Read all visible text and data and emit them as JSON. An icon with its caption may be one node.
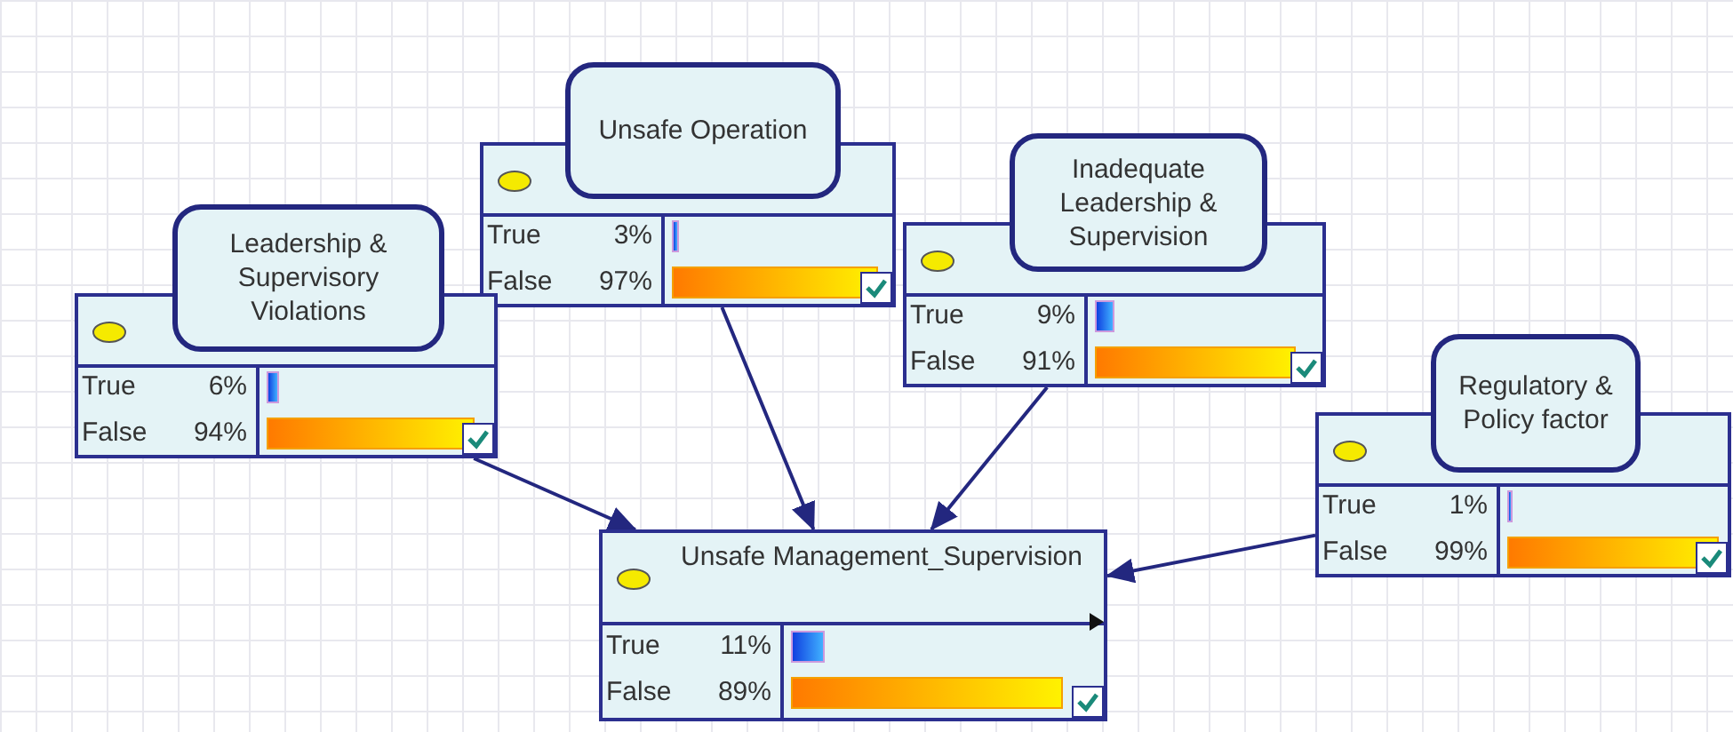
{
  "diagram": {
    "nodes": [
      {
        "text": [
          "Unsafe Operation",
          "True",
          "3%",
          "False",
          "97%"
        ]
      },
      {
        "text": [
          "Inadequate Leadership & Supervision",
          "True",
          "9%",
          "False",
          "91%"
        ]
      },
      {
        "text": [
          "Leadership & Supervisory Violations",
          "True",
          "6%",
          "False",
          "94%"
        ]
      },
      {
        "text": [
          "Regulatory & Policy factor",
          "True",
          "1%",
          "False",
          "99%"
        ]
      },
      {
        "text": [
          "Unsafe Management_Supervision",
          "True",
          "11%",
          "False",
          "89%"
        ]
      }
    ],
    "edges": [
      {
        "from": 2,
        "to": 4,
        "arrow": "to"
      },
      {
        "from": 0,
        "to": 4,
        "arrow": "to"
      },
      {
        "from": 1,
        "to": 4,
        "arrow": "to"
      },
      {
        "from": 3,
        "to": 4,
        "arrow": "to"
      }
    ]
  }
}
